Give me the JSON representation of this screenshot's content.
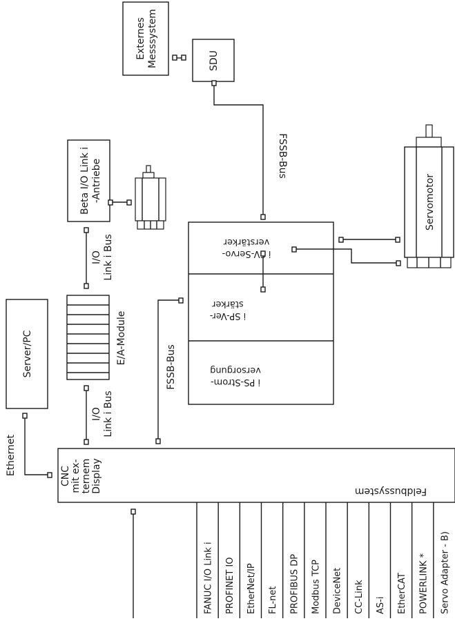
{
  "nodes": {
    "externes_messsystem": [
      "Externes",
      "Messsystem"
    ],
    "sdu": "SDU",
    "beta_io": [
      "Beta I/O Link i",
      "-Antriebe"
    ],
    "servomotor": "Servomotor",
    "sv_amp": [
      "i SV-Servo-",
      "verstärker"
    ],
    "sp_amp": [
      "i SP-Ver-",
      "stärker"
    ],
    "ps_amp": [
      "i PS-Strom-",
      "versorgung"
    ],
    "ea_module": "E/A-Module",
    "server_pc": "Server/PC",
    "cnc": [
      "CNC",
      "mit ex-",
      "ternem",
      "Display"
    ],
    "feldbussystem": "Feldbussystem"
  },
  "links": {
    "fssb_top": "FSSB-Bus",
    "fssb_left": "FSSB-Bus",
    "io_link_upper": [
      "I/O",
      "Link i Bus"
    ],
    "io_link_lower": [
      "I/O",
      "Link i Bus"
    ],
    "ethernet": "Ethernet"
  },
  "fieldbuses": [
    "FANUC I/O Link i",
    "PROFINET IO",
    "EtherNet/IP",
    "FL-net",
    "PROFIBUS DP",
    "Modbus TCP",
    "DeviceNet",
    "CC-Link",
    "AS-i",
    "EtherCAT",
    "POWERLINK *",
    "Servo Adapter - B)"
  ]
}
